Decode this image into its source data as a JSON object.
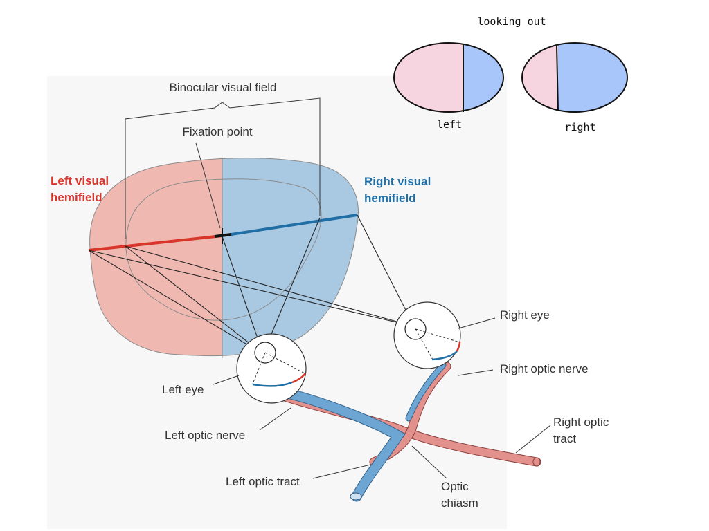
{
  "inset": {
    "caption": "looking out",
    "left_label": "left",
    "right_label": "right",
    "colors": {
      "pink": "#f6d5e1",
      "blue": "#a8c6fa",
      "outline": "#111111"
    }
  },
  "labels": {
    "binocular": "Binocular visual field",
    "fixation": "Fixation point",
    "left_hemifield_1": "Left visual",
    "left_hemifield_2": "hemifield",
    "right_hemifield_1": "Right visual",
    "right_hemifield_2": "hemifield",
    "right_eye": "Right eye",
    "left_eye": "Left eye",
    "right_optic_nerve": "Right optic nerve",
    "left_optic_nerve": "Left optic nerve",
    "right_optic_tract_1": "Right optic",
    "right_optic_tract_2": "tract",
    "left_optic_tract": "Left optic tract",
    "optic_chiasm_1": "Optic",
    "optic_chiasm_2": "chiasm"
  },
  "colors": {
    "left_field": "#efb9b2",
    "right_field": "#a9c8e2",
    "red_accent": "#d8362b",
    "blue_accent": "#1f6fa6",
    "nerve_red": "#e3918d",
    "nerve_blue": "#6ea6d3"
  }
}
